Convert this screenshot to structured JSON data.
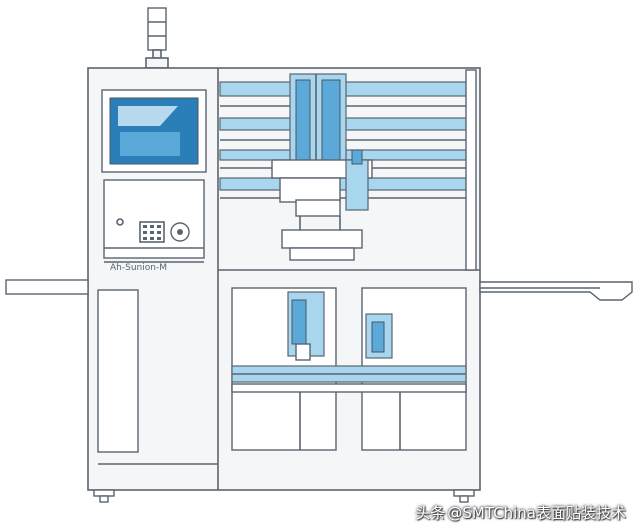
{
  "diagram": {
    "panel_label": "Ah-Sunion-M",
    "watermark": {
      "source": "头条",
      "handle": "@SMTChina表面贴装技术"
    }
  },
  "colors": {
    "outline": "#5a6470",
    "frame_fill": "#f4f6f8",
    "accent_blue": "#a8d6ef",
    "deep_blue": "#5aa9d8",
    "screen_fill": "#2b7fb8",
    "screen_light": "#cfe9f7"
  }
}
